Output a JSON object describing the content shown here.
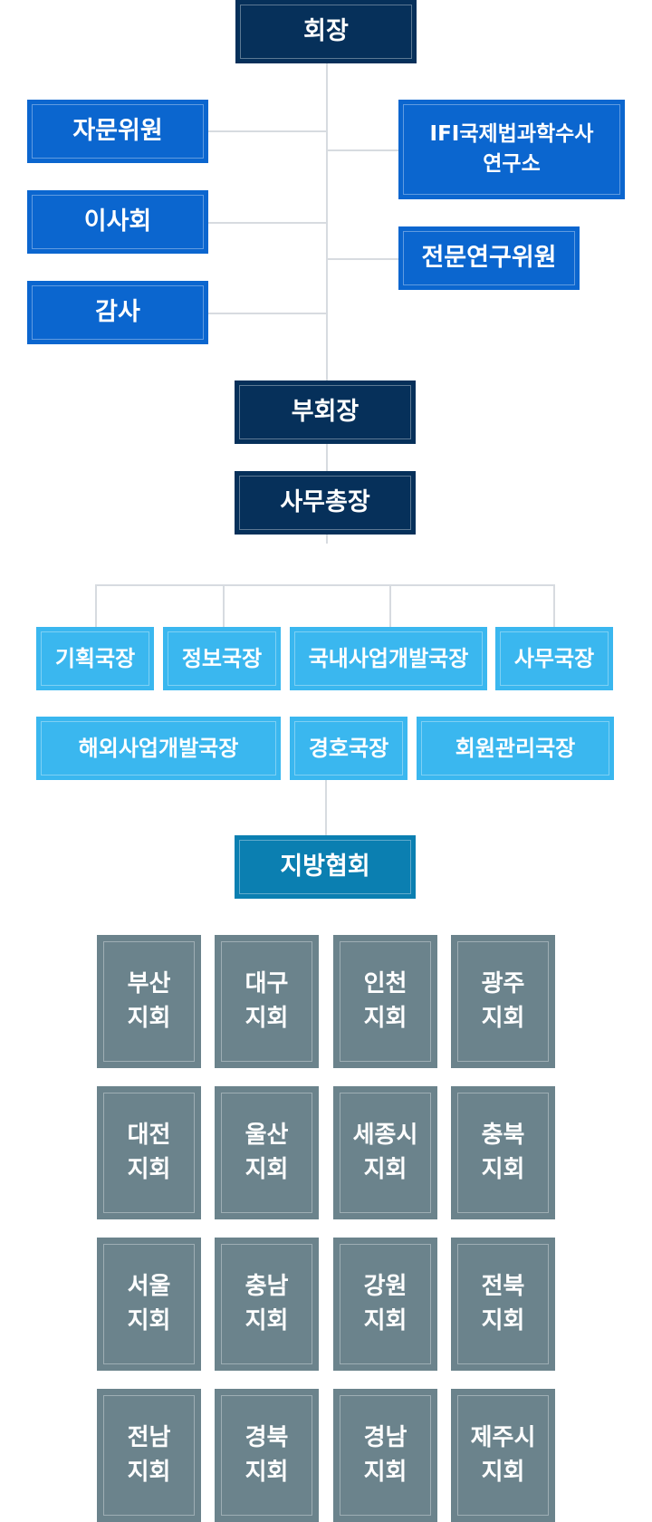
{
  "colors": {
    "navy": "#06305a",
    "blue": "#0b66cf",
    "sky": "#3ab7ef",
    "teal": "#0b7fb1",
    "gray": "#6b838c",
    "connector": "#d7dbe0"
  },
  "top": {
    "president": "회장",
    "vice_president": "부회장",
    "secretary_general": "사무총장"
  },
  "left_units": [
    "자문위원",
    "이사회",
    "감사"
  ],
  "right_units": {
    "institute_line1": "IFI국제법과학수사",
    "institute_line2": "연구소",
    "research_committee": "전문연구위원"
  },
  "bureaus_row1": [
    "기획국장",
    "정보국장",
    "국내사업개발국장",
    "사무국장"
  ],
  "bureaus_row2": [
    "해외사업개발국장",
    "경호국장",
    "회원관리국장"
  ],
  "regional": {
    "title": "지방협회",
    "branches": [
      [
        "부산",
        "지회"
      ],
      [
        "대구",
        "지회"
      ],
      [
        "인천",
        "지회"
      ],
      [
        "광주",
        "지회"
      ],
      [
        "대전",
        "지회"
      ],
      [
        "울산",
        "지회"
      ],
      [
        "세종시",
        "지회"
      ],
      [
        "충북",
        "지회"
      ],
      [
        "서울",
        "지회"
      ],
      [
        "충남",
        "지회"
      ],
      [
        "강원",
        "지회"
      ],
      [
        "전북",
        "지회"
      ],
      [
        "전남",
        "지회"
      ],
      [
        "경북",
        "지회"
      ],
      [
        "경남",
        "지회"
      ],
      [
        "제주시",
        "지회"
      ]
    ]
  }
}
